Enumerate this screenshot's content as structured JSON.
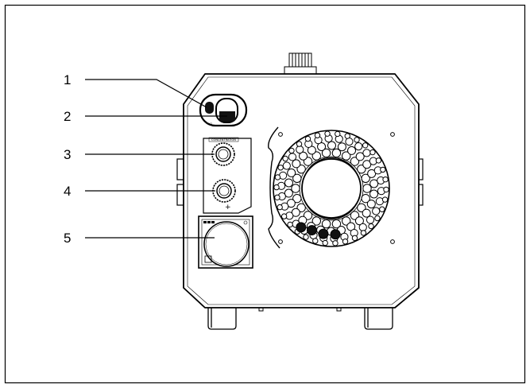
{
  "callouts": [
    {
      "number": "1",
      "part": "power-switch"
    },
    {
      "number": "2",
      "part": "rocker"
    },
    {
      "number": "3",
      "part": "upper-knob"
    },
    {
      "number": "4",
      "part": "lower-knob"
    },
    {
      "number": "5",
      "part": "timer-dial"
    }
  ],
  "colors": {
    "line": "#000000",
    "background": "#ffffff"
  }
}
